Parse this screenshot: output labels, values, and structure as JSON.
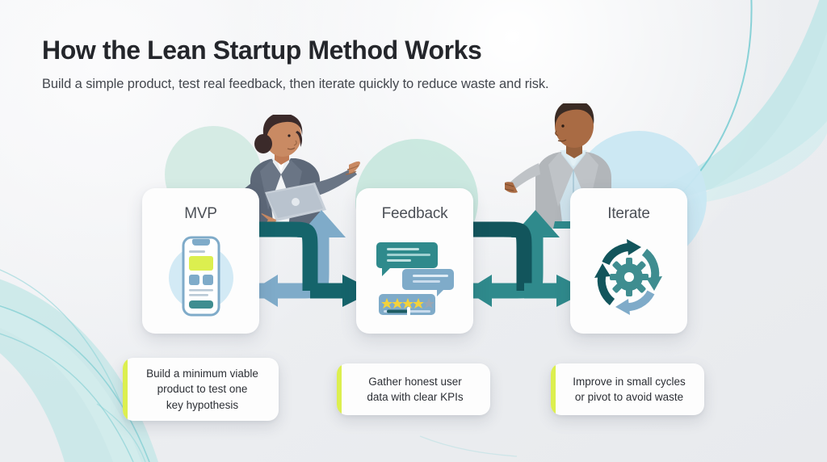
{
  "header": {
    "title": "How the Lean Startup Method Works",
    "subtitle": "Build a simple product, test real feedback, then iterate quickly to reduce waste and risk."
  },
  "stages": [
    {
      "id": "mvp",
      "title": "MVP",
      "icon": "smartphone-wireframe-icon",
      "caption": "Build a minimum viable\nproduct to test one\nkey hypothesis"
    },
    {
      "id": "feedback",
      "title": "Feedback",
      "icon": "chat-bubbles-rating-icon",
      "caption": "Gather honest user\ndata with clear KPIs"
    },
    {
      "id": "iterate",
      "title": "Iterate",
      "icon": "circular-arrows-gear-icon",
      "caption": "Improve in small cycles\nor pivot to avoid waste"
    }
  ],
  "connectors": [
    {
      "id": "connector-1",
      "from": "mvp",
      "to": "feedback",
      "forward_color": "#7fabc9",
      "return_color": "#15646b"
    },
    {
      "id": "connector-2",
      "from": "feedback",
      "to": "iterate",
      "forward_color": "#2f8a8c",
      "return_color": "#12555c"
    }
  ],
  "illustrations": [
    {
      "id": "person-mvp",
      "name": "woman-with-laptop-pointing",
      "jacket": "#5d6878",
      "skin": "#c98a63",
      "hair": "#3b2a2a"
    },
    {
      "id": "person-iterate",
      "name": "man-gesturing-open-palm",
      "jacket": "#b2b6ba",
      "skin": "#a96b44",
      "hair": "#3a2b24"
    }
  ],
  "theme": {
    "background": "#eceef1",
    "card_background": "#fdfdfd",
    "accent_lime": "#dcef4f",
    "teal_dark": "#12555c",
    "teal_mid": "#2f8a8c",
    "blue_arrow": "#7fabc9",
    "title_color": "#24262b",
    "subtitle_color": "#43474e",
    "stage_title_color": "#4c5057",
    "caption_text_color": "#2c2f35",
    "decor_cyan": "#b5e3e3",
    "circle_mint": "#c6e7dd",
    "circle_blue": "#c9e7f2",
    "star_filled": "#f4d23c",
    "star_empty": "#9aa7b4"
  }
}
